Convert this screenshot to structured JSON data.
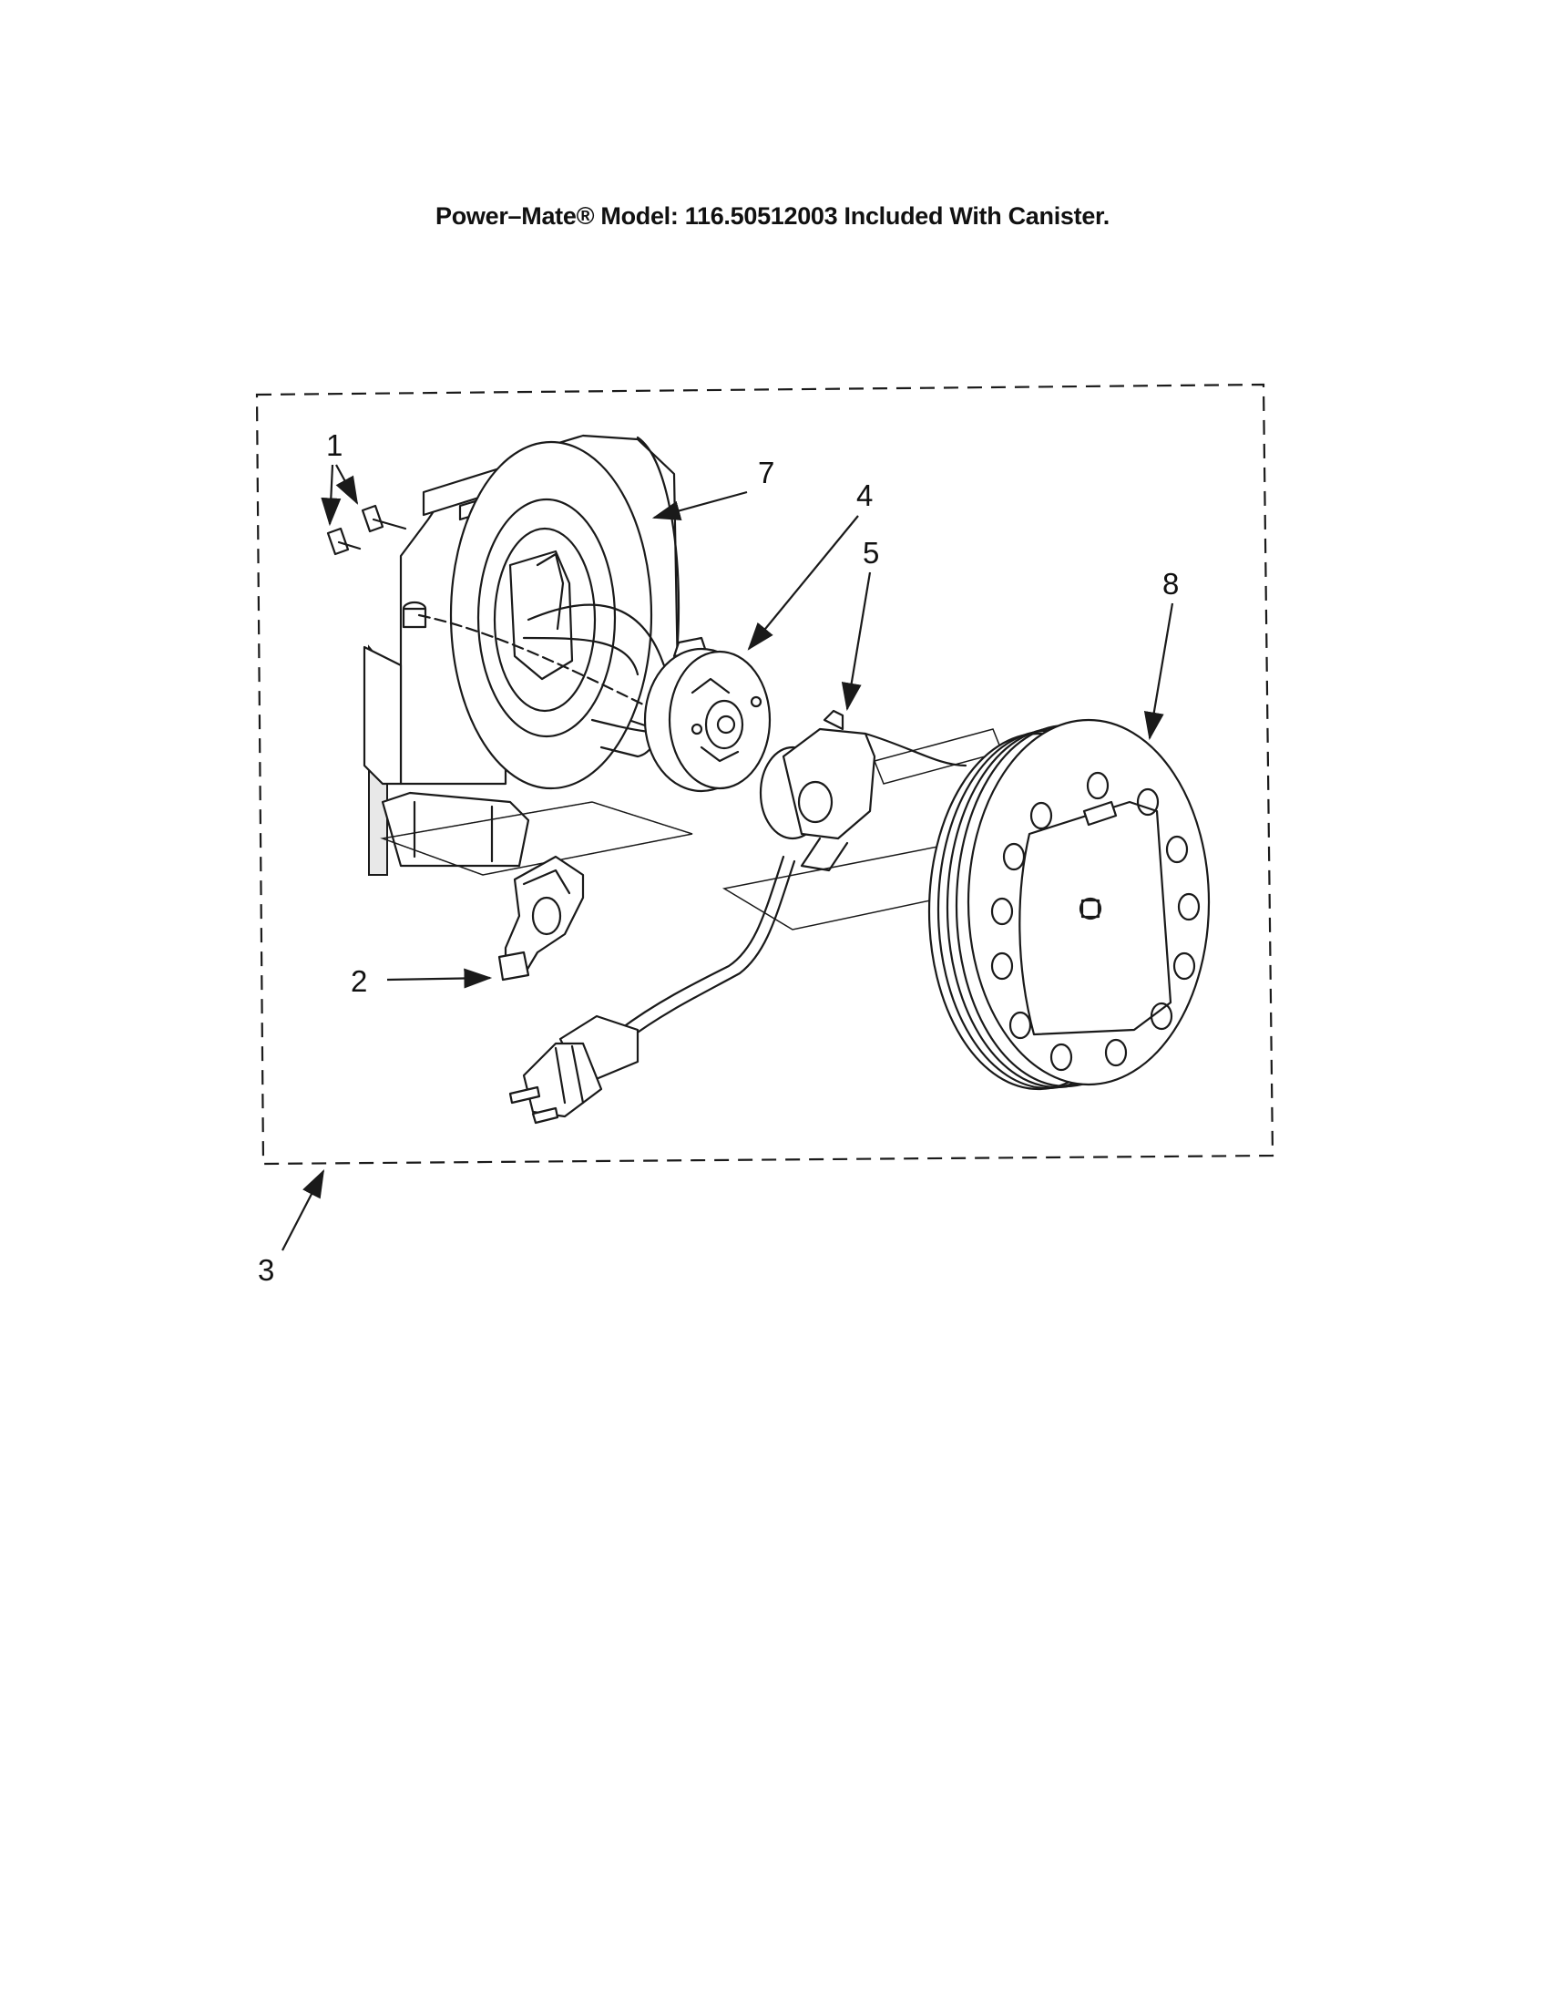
{
  "header": {
    "title": "Power–Mate® Model: 116.50512003 Included With Canister."
  },
  "callouts": [
    "1",
    "2",
    "3",
    "4",
    "5",
    "7",
    "8"
  ]
}
